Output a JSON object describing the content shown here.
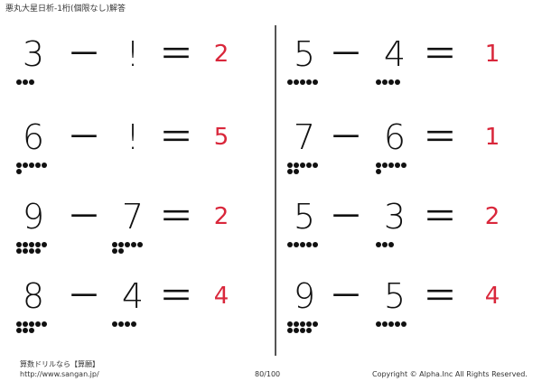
{
  "header": {
    "title": "悪丸大星日析-1桁(個限なし)解答"
  },
  "operators": {
    "minus": "－",
    "equals": "＝"
  },
  "colors": {
    "answer": "#d9273b"
  },
  "problems": [
    {
      "a": "3",
      "b": "!",
      "ans": "2",
      "dots_a": [
        3
      ],
      "dots_b": []
    },
    {
      "a": "6",
      "b": "!",
      "ans": "5",
      "dots_a": [
        5,
        1
      ],
      "dots_b": []
    },
    {
      "a": "9",
      "b": "7",
      "ans": "2",
      "dots_a": [
        5,
        4
      ],
      "dots_b": [
        5,
        2
      ]
    },
    {
      "a": "8",
      "b": "4",
      "ans": "4",
      "dots_a": [
        5,
        3
      ],
      "dots_b": [
        4
      ]
    },
    {
      "a": "5",
      "b": "4",
      "ans": "1",
      "dots_a": [
        5
      ],
      "dots_b": [
        4
      ]
    },
    {
      "a": "7",
      "b": "6",
      "ans": "1",
      "dots_a": [
        5,
        2
      ],
      "dots_b": [
        5,
        1
      ]
    },
    {
      "a": "5",
      "b": "3",
      "ans": "2",
      "dots_a": [
        5
      ],
      "dots_b": [
        3
      ]
    },
    {
      "a": "9",
      "b": "5",
      "ans": "4",
      "dots_a": [
        5,
        4
      ],
      "dots_b": [
        5
      ]
    }
  ],
  "footer": {
    "brand": "算数ドリルなら【算願】",
    "url": "http://www.sangan.jp/",
    "page": "80/100",
    "copyright": "Copyright © Alpha.Inc All Rights Reserved."
  }
}
